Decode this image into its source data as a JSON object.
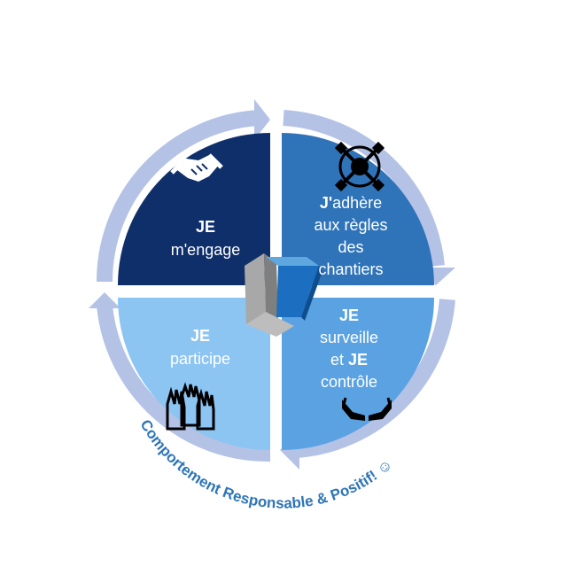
{
  "quadrants": {
    "top_left": {
      "line1": "JE",
      "line2": "m'engage",
      "icon": "handshake-icon"
    },
    "top_right": {
      "bold_prefix": "J'",
      "line1_rest": "adhère",
      "line2": "aux règles",
      "line3": "des",
      "line4": "chantiers",
      "icon": "hands-together-icon"
    },
    "bottom_left": {
      "line1": "JE",
      "line2": "participe",
      "icon": "raised-hands-icon"
    },
    "bottom_right": {
      "line1": "JE",
      "line2": "surveille",
      "line3_a": "et ",
      "line3_b": "JE",
      "line4": "contrôle",
      "icon": "caring-hands-icon"
    }
  },
  "tagline": "Comportement Responsable & Positif! ☺",
  "colors": {
    "ring": "#b4c2e6",
    "top_left": "#0f2f6b",
    "top_right": "#2f73b9",
    "bottom_left": "#8cc4f2",
    "bottom_right": "#5aa2e2",
    "tagline": "#2e75b6"
  }
}
